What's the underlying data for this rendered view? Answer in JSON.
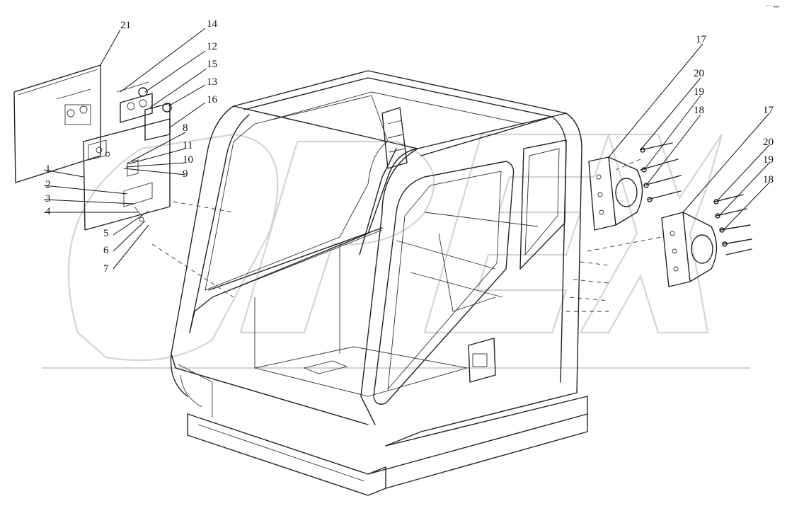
{
  "corner_mark": "⁼⁼ ▪▪▪",
  "watermark": {
    "letters": [
      "O",
      "P",
      "E",
      "X"
    ]
  },
  "callouts": [
    {
      "id": "c21",
      "text": "21"
    },
    {
      "id": "c14",
      "text": "14"
    },
    {
      "id": "c12",
      "text": "12"
    },
    {
      "id": "c15",
      "text": "15"
    },
    {
      "id": "c13",
      "text": "13"
    },
    {
      "id": "c16",
      "text": "16"
    },
    {
      "id": "c8",
      "text": "8"
    },
    {
      "id": "c11",
      "text": "11"
    },
    {
      "id": "c10",
      "text": "10"
    },
    {
      "id": "c9",
      "text": "9"
    },
    {
      "id": "c1",
      "text": "1"
    },
    {
      "id": "c2",
      "text": "2"
    },
    {
      "id": "c3",
      "text": "3"
    },
    {
      "id": "c4",
      "text": "4"
    },
    {
      "id": "c5",
      "text": "5"
    },
    {
      "id": "c6",
      "text": "6"
    },
    {
      "id": "c7",
      "text": "7"
    },
    {
      "id": "c17a",
      "text": "17"
    },
    {
      "id": "c20a",
      "text": "20"
    },
    {
      "id": "c19a",
      "text": "19"
    },
    {
      "id": "c18a",
      "text": "18"
    },
    {
      "id": "c17b",
      "text": "17"
    },
    {
      "id": "c20b",
      "text": "20"
    },
    {
      "id": "c19b",
      "text": "19"
    },
    {
      "id": "c18b",
      "text": "18"
    }
  ]
}
